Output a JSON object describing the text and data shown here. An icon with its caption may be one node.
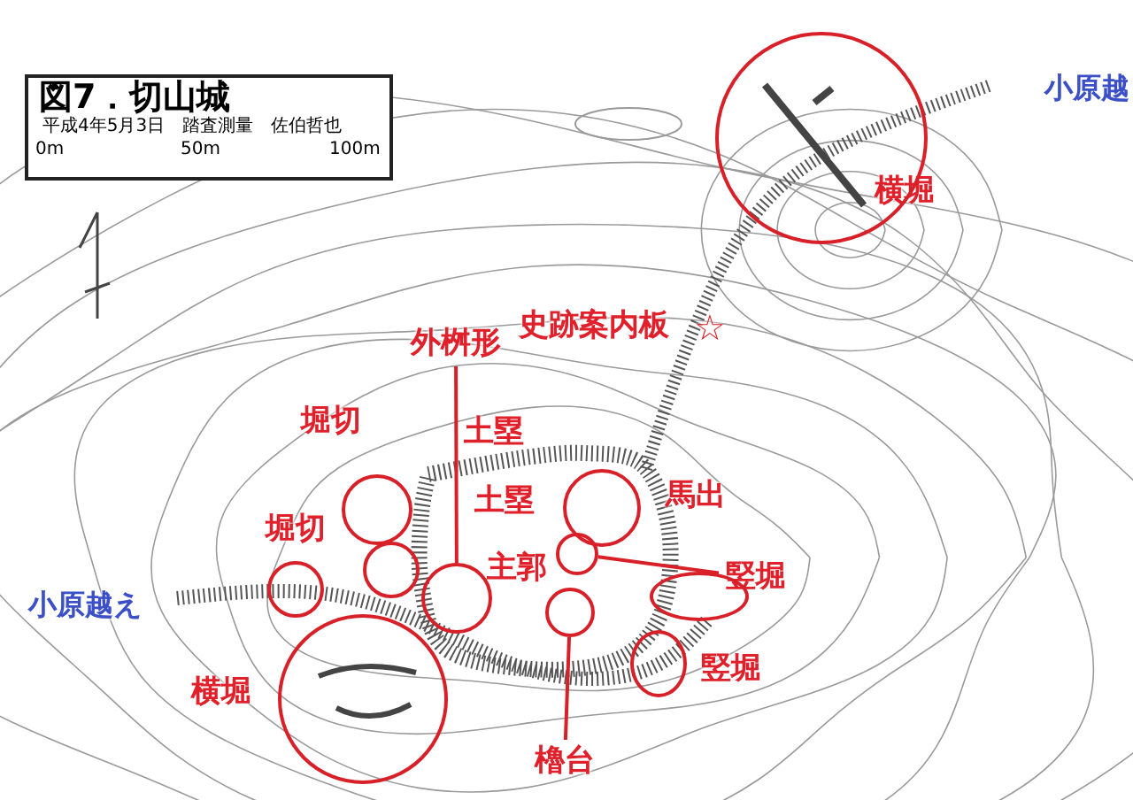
{
  "diagram": {
    "title": "図7．切山城",
    "nodes": [
      {
        "text": [],
        "shape": "circle"
      },
      {
        "text": [
          "外桝形"
        ]
      },
      {
        "text": [],
        "shape": "circle"
      },
      {
        "text": [],
        "shape": "circle"
      },
      {
        "text": [],
        "shape": "circle"
      },
      {
        "text": [
          "竪堀"
        ]
      },
      {
        "text": [],
        "shape": "circle"
      },
      {
        "text": [],
        "shape": "circle"
      },
      {
        "text": [],
        "shape": "circle"
      },
      {
        "text": [],
        "shape": "circle"
      },
      {
        "text": [],
        "shape": "circle"
      },
      {
        "text": [],
        "shape": "circle"
      },
      {
        "text": [],
        "shape": "circle"
      },
      {
        "text": [
          "櫓台"
        ]
      }
    ],
    "edges": [
      {
        "from": 1,
        "to": 8,
        "arrow": "none"
      },
      {
        "from": 5,
        "to": 4,
        "arrow": "none"
      },
      {
        "from": 13,
        "to": 9,
        "arrow": "none"
      }
    ],
    "labels": [
      "平成4年5月3日　踏査測量　佐伯哲也",
      "0m",
      "50m",
      "100m",
      "小原越",
      "横堀",
      "史跡案内板",
      "☆",
      "堀切",
      "土塁",
      "土塁",
      "馬出",
      "堀切",
      "主郭",
      "小原越え",
      "横堀",
      "竪堀"
    ]
  }
}
